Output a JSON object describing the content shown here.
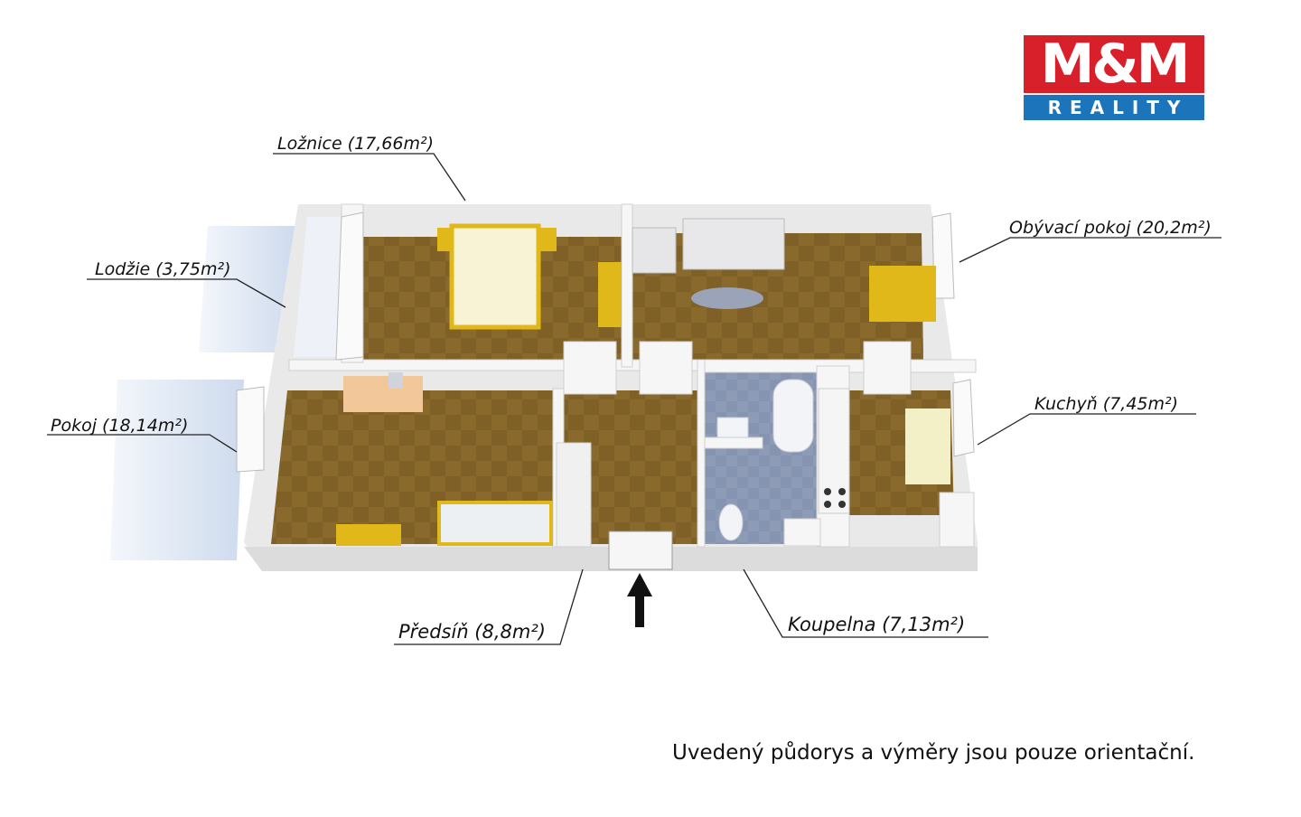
{
  "brand": {
    "top": "M&M",
    "bottom": "REALITY",
    "red": "#d8202a",
    "blue": "#1c74bb"
  },
  "rooms": {
    "loznice": "Ložnice (17,66m²)",
    "obyvaci": "Obývací pokoj (20,2m²)",
    "lodzie": "Lodžie (3,75m²)",
    "pokoj": "Pokoj (18,14m²)",
    "kuchyn": "Kuchyň (7,45m²)",
    "predsin": "Předsíň (8,8m²)",
    "koupelna": "Koupelna (7,13m²)"
  },
  "note": "Uvedený půdorys a výměry jsou pouze orientační.",
  "colors": {
    "floor_wood": "#8a6a2c",
    "floor_tile": "#8e9bb6",
    "wall": "#f4f4f4",
    "furniture_yellow": "#e0b81a"
  }
}
